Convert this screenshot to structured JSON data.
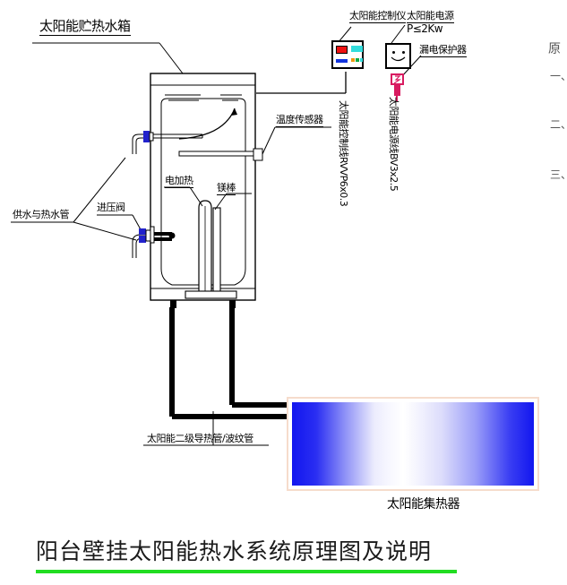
{
  "diagram": {
    "title": "阳台壁挂太阳能热水系统原理图及说明",
    "accent_color": "#22dd22",
    "labels": {
      "tank": "太阳能贮热水箱",
      "controller": "太阳能控制仪",
      "power_supply_line1": "太阳能电源",
      "power_supply_line2": "P≤2Kw",
      "leakage_protector": "漏电保护器",
      "temp_sensor": "温度传感器",
      "electric_heating": "电加热",
      "magnesium_rod": "镁棒",
      "supply_and_hot_water_pipe": "供水与热水管",
      "pressure_valve": "进压阀",
      "control_cable": "太阳能控制线RVVP6x0.3",
      "power_cable": "太阳能电源线BV3x2.5",
      "secondary_heat_pipe": "太阳能二级导热管/波纹管",
      "collector": "太阳能集热器"
    },
    "margin_notes": {
      "heading": "原",
      "item1": "一、",
      "item2": "二、",
      "item3": "三、"
    },
    "colors": {
      "valve_blue": "#2222cc",
      "plug_magenta": "#d81b60",
      "collector_frame": "#f6dccc",
      "collector_blue": "#1216ef",
      "controller_red": "#ee1111",
      "controller_cyan": "#33dddd",
      "pipe_black": "#000000"
    }
  }
}
